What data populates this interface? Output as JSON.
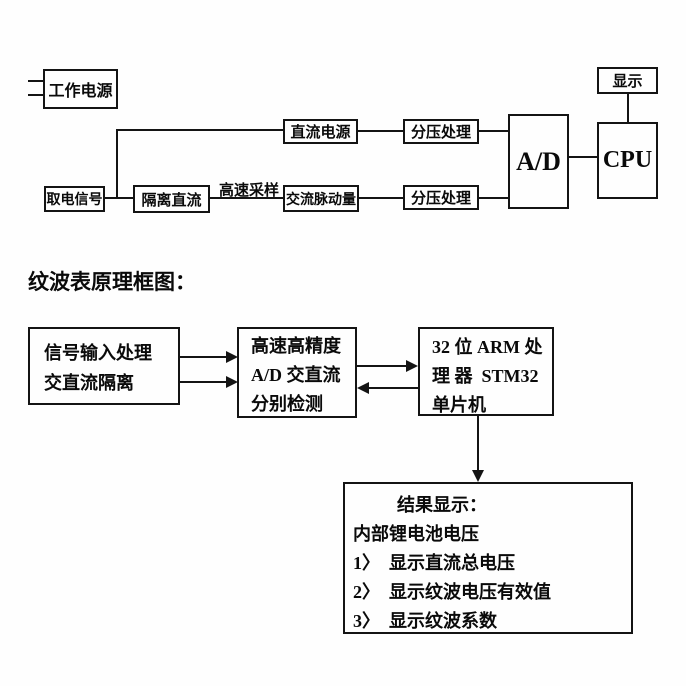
{
  "colors": {
    "line": "#141414",
    "background": "#fefefe",
    "text": "#0a0a0a"
  },
  "top_diagram": {
    "work_power": "工作电源",
    "power_signal": "取电信号",
    "isolate_dc": "隔离直流",
    "high_speed_sampling_label": "高速采样",
    "dc_power": "直流电源",
    "ac_pulse": "交流脉动量",
    "divider_1": "分压处理",
    "divider_2": "分压处理",
    "ad_converter": "A/D",
    "cpu": "CPU",
    "display": "显示"
  },
  "section_heading": "纹波表原理框图：",
  "bottom_diagram": {
    "signal_input_box": {
      "line1": "信号输入处理",
      "line2": "交直流隔离"
    },
    "ad_detect_box": {
      "line1": "高速高精度",
      "line2": "A/D 交直流",
      "line3": "分别检测"
    },
    "arm_box": {
      "line1": "32 位 ARM 处",
      "line2": "理 器  STM32",
      "line3": "单片机"
    },
    "result_box": {
      "title": "结果显示：",
      "subtitle": "内部锂电池电压",
      "item1": "1〉　显示直流总电压",
      "item2": "2〉　显示纹波电压有效值",
      "item3": "3〉　显示纹波系数"
    }
  }
}
